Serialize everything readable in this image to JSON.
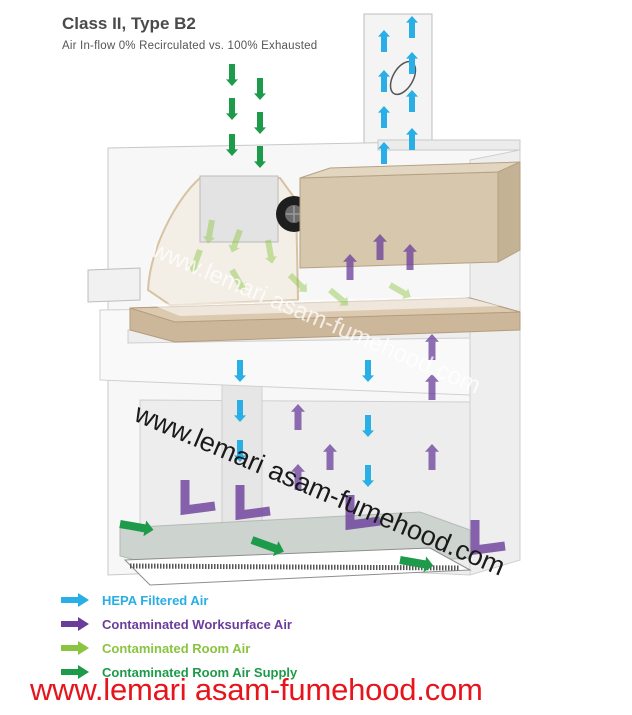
{
  "header": {
    "title": "Class II, Type B2",
    "subtitle": "Air In-flow 0% Recirculated vs. 100% Exhausted"
  },
  "legend": [
    {
      "label": "HEPA Filtered Air",
      "color": "#29aee6"
    },
    {
      "label": "Contaminated Worksurface Air",
      "color": "#6a3d9a"
    },
    {
      "label": "Contaminated Room Air",
      "color": "#8ac440"
    },
    {
      "label": "Contaminated Room Air Supply",
      "color": "#1e9a4b"
    }
  ],
  "watermark": {
    "main": "www.lemari asam-fumehood.com",
    "footer": "www.lemari asam-fumehood.com",
    "ghost": "www.lemari asam-fumehood.com"
  },
  "colors": {
    "hepa": "#29aee6",
    "worksurface": "#6a3d9a",
    "room": "#8ac440",
    "supply": "#1e9a4b",
    "filter": "#cdb79b",
    "blower": "#d6c7ad"
  }
}
